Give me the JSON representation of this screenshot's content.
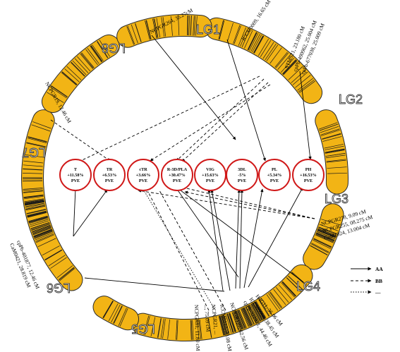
{
  "linkage_groups": [
    {
      "id": "lg1",
      "label": "LG1"
    },
    {
      "id": "lg2",
      "label": "LG2"
    },
    {
      "id": "lg3",
      "label": "LG3"
    },
    {
      "id": "lg4",
      "label": "LG4"
    },
    {
      "id": "lg5",
      "label": "LG5"
    },
    {
      "id": "lg6",
      "label": "LG6"
    },
    {
      "id": "lg7",
      "label": "LG7"
    },
    {
      "id": "lg8",
      "label": "LG8"
    }
  ],
  "traits": [
    {
      "id": "t",
      "lines": [
        "T",
        "+11.58%",
        "PVE"
      ]
    },
    {
      "id": "tr",
      "lines": [
        "TR",
        "+6.53%",
        "PVE"
      ]
    },
    {
      "id": "ctr",
      "lines": [
        "cTR",
        "+3.66%",
        "PVE"
      ]
    },
    {
      "id": "r3d",
      "lines": [
        "R-3D/PLA",
        "+30.47%",
        "PVE"
      ]
    },
    {
      "id": "vig",
      "lines": [
        "VIG",
        "+15.63%",
        "PVE"
      ]
    },
    {
      "id": "3dl",
      "lines": [
        "3DL",
        "-5%",
        "PVE"
      ]
    },
    {
      "id": "pl",
      "lines": [
        "PL",
        "+5.34%",
        "PVE"
      ]
    },
    {
      "id": "ph",
      "lines": [
        "PH",
        "+16.53%",
        "PVE"
      ]
    }
  ],
  "markers": {
    "lg8_top": "NCPGR264, 35.27cM",
    "lg1_a": "ICCM0009, 16.65 cM",
    "lg1_b": "STMS21, 23.180 cM",
    "lg1_c": "cpPb-490962, 25.004 cM",
    "lg1_d": "cpPb-677038, 25.009 cM",
    "lg7": "NCPGR19, 12.46 cM",
    "lg3_a": "NCPGR278, 9.09 cM",
    "lg3_b": "NCPGR255, 08.275 cM",
    "lg3_c": "CaM1024, 13.004 cM",
    "lg6_a": "cpPb-401877, 12.46 cM",
    "lg6_b": "CaM0421, 28.819 cM",
    "lg4_a": "H4G11, 36.06 cM",
    "lg4_b": "ICCM0068, 38.45 cM",
    "lg4_c": "cpPb-322921, 44.46 cM",
    "lg4_d": "NCPGR127, 62.56 cM",
    "lg4_e": "ICCM0117, 70.08 cM",
    "lg4_f": "NCPGR21, ...",
    "lg4_g": "..., 75.09 cM",
    "lg5": "NCPGR81, 11.80 cM"
  },
  "legend": [
    {
      "style": "solid",
      "label": "AA"
    },
    {
      "style": "dashed",
      "label": "BB"
    },
    {
      "style": "dotted",
      "label": "—"
    }
  ],
  "colors": {
    "chromosome": "#f2b415",
    "band": "#1a1a1a",
    "circle": "#d01818"
  }
}
